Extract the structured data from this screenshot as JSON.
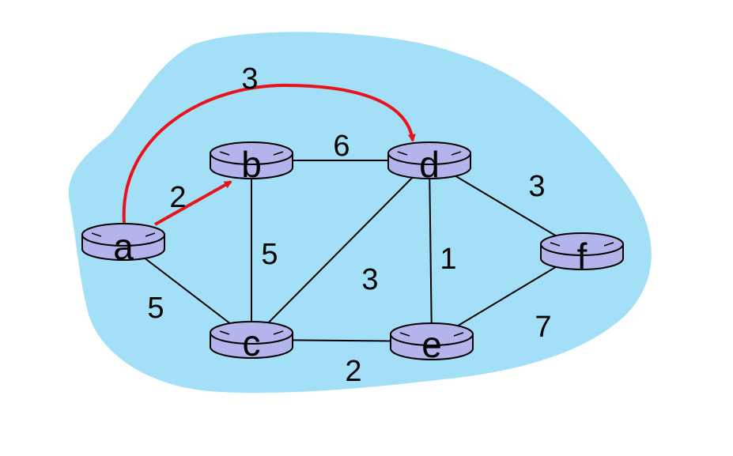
{
  "diagram": {
    "colors": {
      "cloud": "#a3dff7",
      "router_fill": "#b4b4ec",
      "router_stroke": "#000000",
      "link": "#000000",
      "path_highlight": "#e8141c"
    },
    "nodes": [
      {
        "id": "a",
        "label": "a"
      },
      {
        "id": "b",
        "label": "b"
      },
      {
        "id": "c",
        "label": "c"
      },
      {
        "id": "d",
        "label": "d"
      },
      {
        "id": "e",
        "label": "e"
      },
      {
        "id": "f",
        "label": "f"
      }
    ],
    "edges": [
      {
        "from": "a",
        "to": "b",
        "weight": "2",
        "highlighted": true
      },
      {
        "from": "a",
        "to": "c",
        "weight": "5",
        "highlighted": false
      },
      {
        "from": "a",
        "to": "d",
        "weight": "3",
        "highlighted": true
      },
      {
        "from": "b",
        "to": "c",
        "weight": "5",
        "highlighted": false
      },
      {
        "from": "b",
        "to": "d",
        "weight": "6",
        "highlighted": false
      },
      {
        "from": "c",
        "to": "d",
        "weight": "3",
        "highlighted": false
      },
      {
        "from": "c",
        "to": "e",
        "weight": "2",
        "highlighted": false
      },
      {
        "from": "d",
        "to": "e",
        "weight": "1",
        "highlighted": false
      },
      {
        "from": "d",
        "to": "f",
        "weight": "3",
        "highlighted": false
      },
      {
        "from": "e",
        "to": "f",
        "weight": "7",
        "highlighted": false
      }
    ]
  }
}
